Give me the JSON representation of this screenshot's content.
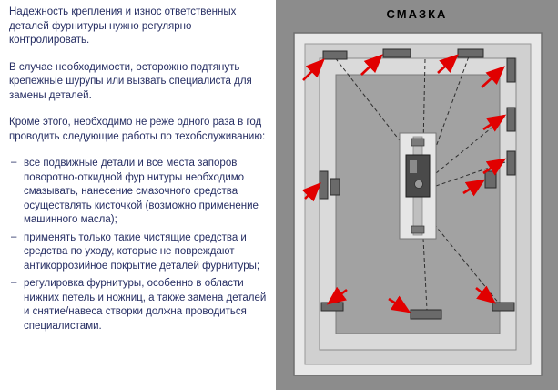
{
  "article": {
    "paragraphs": [
      "Надежность крепления и износ ответственных деталей фурнитуры нужно регулярно контролировать.",
      "В случае необходимости, осторожно подтянуть крепежные шурупы или вызвать специалиста для замены деталей.",
      "Кроме этого, необходимо не реже одного раза в год проводить следующие работы по техобслуживанию:"
    ],
    "bullets": [
      "все подвижные детали и все места запоров поворотно-откидной фур нитуры необходимо смазывать, нанесение смазочного средства осуществлять кисточкой (возможно применение машинного масла);",
      "применять только такие чистящие средства и средства по уходу, которые не повреждают антикоррозийное покрытие деталей фурнитуры;",
      "регулировка фурнитуры, особенно в области нижних петель и ножниц, а также замена деталей и снятие/навеса створки должна проводиться специалистами."
    ]
  },
  "diagram": {
    "title": "СМАЗКА",
    "colors": {
      "panel": "#8c8c8c",
      "arrow": "#e10000",
      "frame_outer": "#e8e8e8",
      "frame_band": "#d0d0d0",
      "sash_band": "#dadada",
      "glass": "#a2a2a2"
    }
  }
}
